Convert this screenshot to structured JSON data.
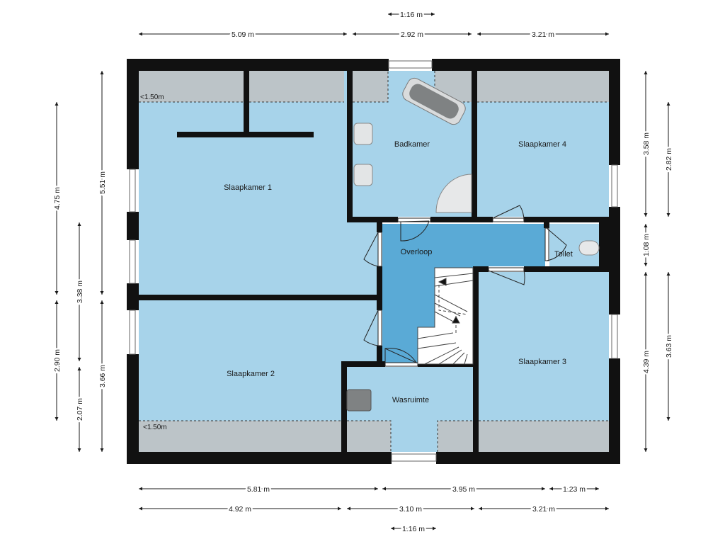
{
  "rooms": {
    "slaapkamer1": "Slaapkamer 1",
    "slaapkamer2": "Slaapkamer 2",
    "slaapkamer3": "Slaapkamer 3",
    "slaapkamer4": "Slaapkamer 4",
    "badkamer": "Badkamer",
    "overloop": "Overloop",
    "toilet": "Toilet",
    "wasruimte": "Wasruimte"
  },
  "low_ceiling": {
    "top": "<1.50m",
    "bottom": "<1.50m"
  },
  "dimensions": {
    "top": [
      "1.16 m",
      "5.09 m",
      "2.92 m",
      "3.21 m"
    ],
    "bottom": [
      "5.81 m",
      "3.95 m",
      "1.23 m",
      "4.92 m",
      "3.10 m",
      "3.21 m",
      "1.16 m"
    ],
    "left": [
      "4.75 m",
      "5.51 m",
      "3.38 m",
      "2.90 m",
      "3.66 m",
      "2.07 m"
    ],
    "right": [
      "3.58 m",
      "2.82 m",
      "1.08 m",
      "4.39 m",
      "3.63 m"
    ]
  },
  "colors": {
    "room_fill": "#a7d3ea",
    "overloop_fill": "#5aaad6",
    "low_ceiling_fill": "#bcc4c8",
    "wall": "#111111",
    "fixture": "#8a8d8f"
  }
}
